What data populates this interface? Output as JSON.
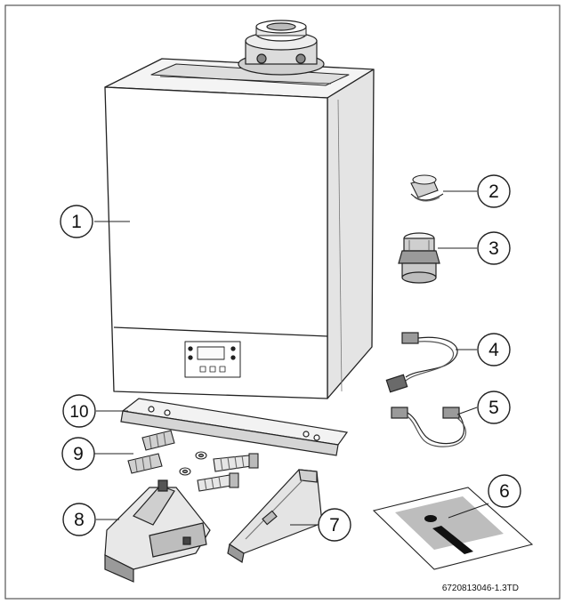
{
  "figure": {
    "reference_code": "6720813046-1.3TD",
    "callouts": [
      {
        "id": "1",
        "label": "1"
      },
      {
        "id": "2",
        "label": "2"
      },
      {
        "id": "3",
        "label": "3"
      },
      {
        "id": "4",
        "label": "4"
      },
      {
        "id": "5",
        "label": "5"
      },
      {
        "id": "6",
        "label": "6"
      },
      {
        "id": "7",
        "label": "7"
      },
      {
        "id": "8",
        "label": "8"
      },
      {
        "id": "9",
        "label": "9"
      },
      {
        "id": "10",
        "label": "10"
      }
    ]
  },
  "colors": {
    "line": "#222222",
    "panel_fill": "#ffffff",
    "shade_light": "#e6e6e6",
    "shade_mid": "#bdbdbd",
    "shade_dark": "#6a6a6a"
  }
}
